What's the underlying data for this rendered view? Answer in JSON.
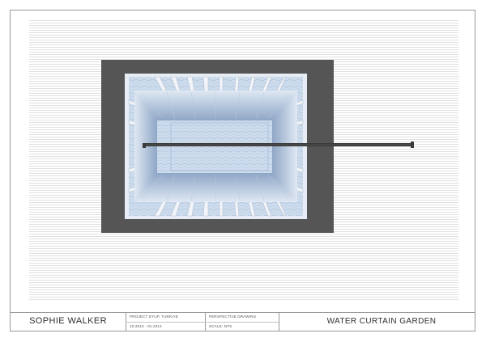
{
  "title_block": {
    "author": "SOPHIE WALKER",
    "project": "PROJECT EYUP, TURKIYE",
    "dates": "10.2013 - 01.2014",
    "drawing_type": "PERSPECTIVE DRAWING",
    "scale": "SCALE: NTS",
    "drawing_title": "WATER CURTAIN GARDEN"
  },
  "colors": {
    "sheet_line": "#9a9a9a",
    "hatch": "#d2d2d2",
    "frame": "#555555",
    "water": "#c9daea",
    "water_dark": "#8fa7c6",
    "walkway": "#3b3b3b"
  }
}
